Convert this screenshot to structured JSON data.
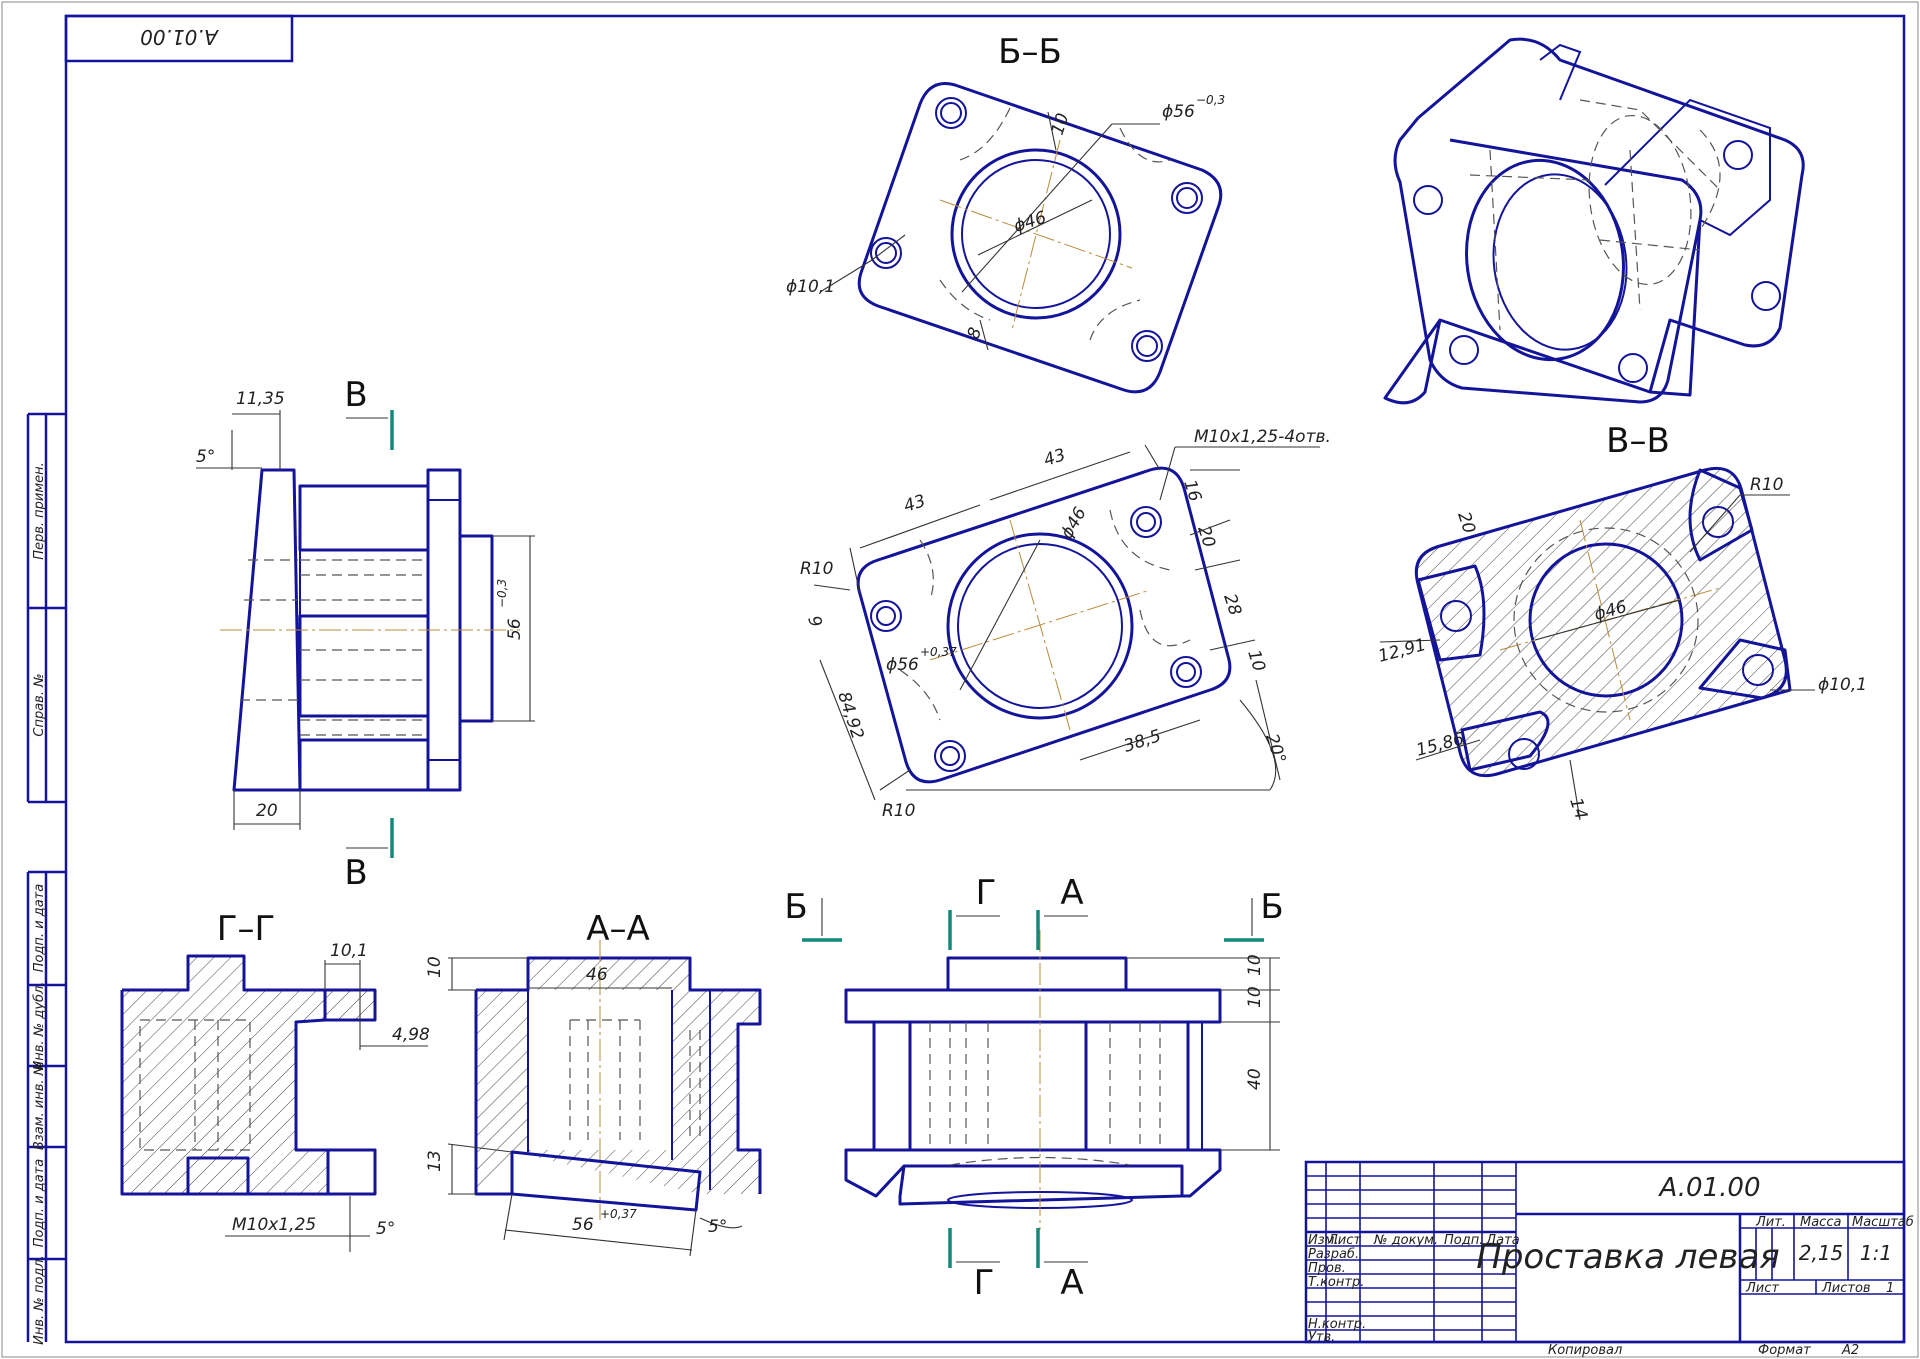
{
  "drawing": {
    "code": "A.01.00",
    "code_rotated": "A.01.00",
    "title": "Проставка левая",
    "mass": "2,15",
    "scale": "1:1",
    "sheets_label": "Листов",
    "sheets_count": "1",
    "sheet_label": "Лист",
    "format_label": "Формат",
    "format_value": "A2",
    "copied_label": "Копировал"
  },
  "title_block": {
    "col_headers": [
      "Изм.",
      "Лист",
      "№ докум.",
      "Подп.",
      "Дата"
    ],
    "row_labels": [
      "Разраб.",
      "Пров.",
      "Т.контр.",
      "Н.контр.",
      "Утв."
    ],
    "lit_label": "Лит.",
    "mass_label": "Масса",
    "scale_label": "Масштаб"
  },
  "left_strip": [
    "Перв. примен.",
    "Справ. №",
    "Подп. и дата",
    "Инв. № дубл.",
    "Взам. инв. №",
    "Подп. и дата",
    "Инв. № подл."
  ],
  "sections": {
    "bb": "Б–Б",
    "vv": "В–В",
    "gg": "Г–Г",
    "aa": "А–А"
  },
  "cut_marks": {
    "v_top": "В",
    "v_bottom": "В",
    "b_left": "Б",
    "b_right": "Б",
    "g_top": "Г",
    "g_bottom": "Г",
    "a_top": "А",
    "a_bottom": "А"
  },
  "dims": {
    "bb_d56": "ϕ56",
    "bb_d56_tol": "−0,3",
    "bb_10": "10",
    "bb_d46": "ϕ46",
    "bb_d10_1": "ϕ10,1",
    "bb_8": "8",
    "side_11_35": "11,35",
    "side_5deg": "5°",
    "side_56": "56",
    "side_56_tol": "−0,3",
    "side_20": "20",
    "top_43a": "43",
    "top_43b": "43",
    "top_m10": "M10x1,25-4отв.",
    "top_16": "16",
    "top_20": "20",
    "top_28": "28",
    "top_10": "10",
    "top_20deg": "20°",
    "top_38_5": "38,5",
    "top_r10a": "R10",
    "top_r10b": "R10",
    "top_9": "9",
    "top_d56": "ϕ56",
    "top_d56_tol": "+0,37",
    "top_d46": "ϕ46",
    "top_84_92": "84,92",
    "vv_r10": "R10",
    "vv_20": "20",
    "vv_d46": "ϕ46",
    "vv_12_91": "12,91",
    "vv_15_86": "15,86",
    "vv_d10_1": "ϕ10,1",
    "vv_14": "14",
    "gg_10_1": "10,1",
    "gg_4_98": "4,98",
    "gg_m10": "M10x1,25",
    "gg_5deg": "5°",
    "aa_10": "10",
    "aa_46": "46",
    "aa_13": "13",
    "aa_56": "56",
    "aa_56_tol": "+0,37",
    "aa_5deg": "5°",
    "fr_10a": "10",
    "fr_10b": "10",
    "fr_40": "40"
  }
}
